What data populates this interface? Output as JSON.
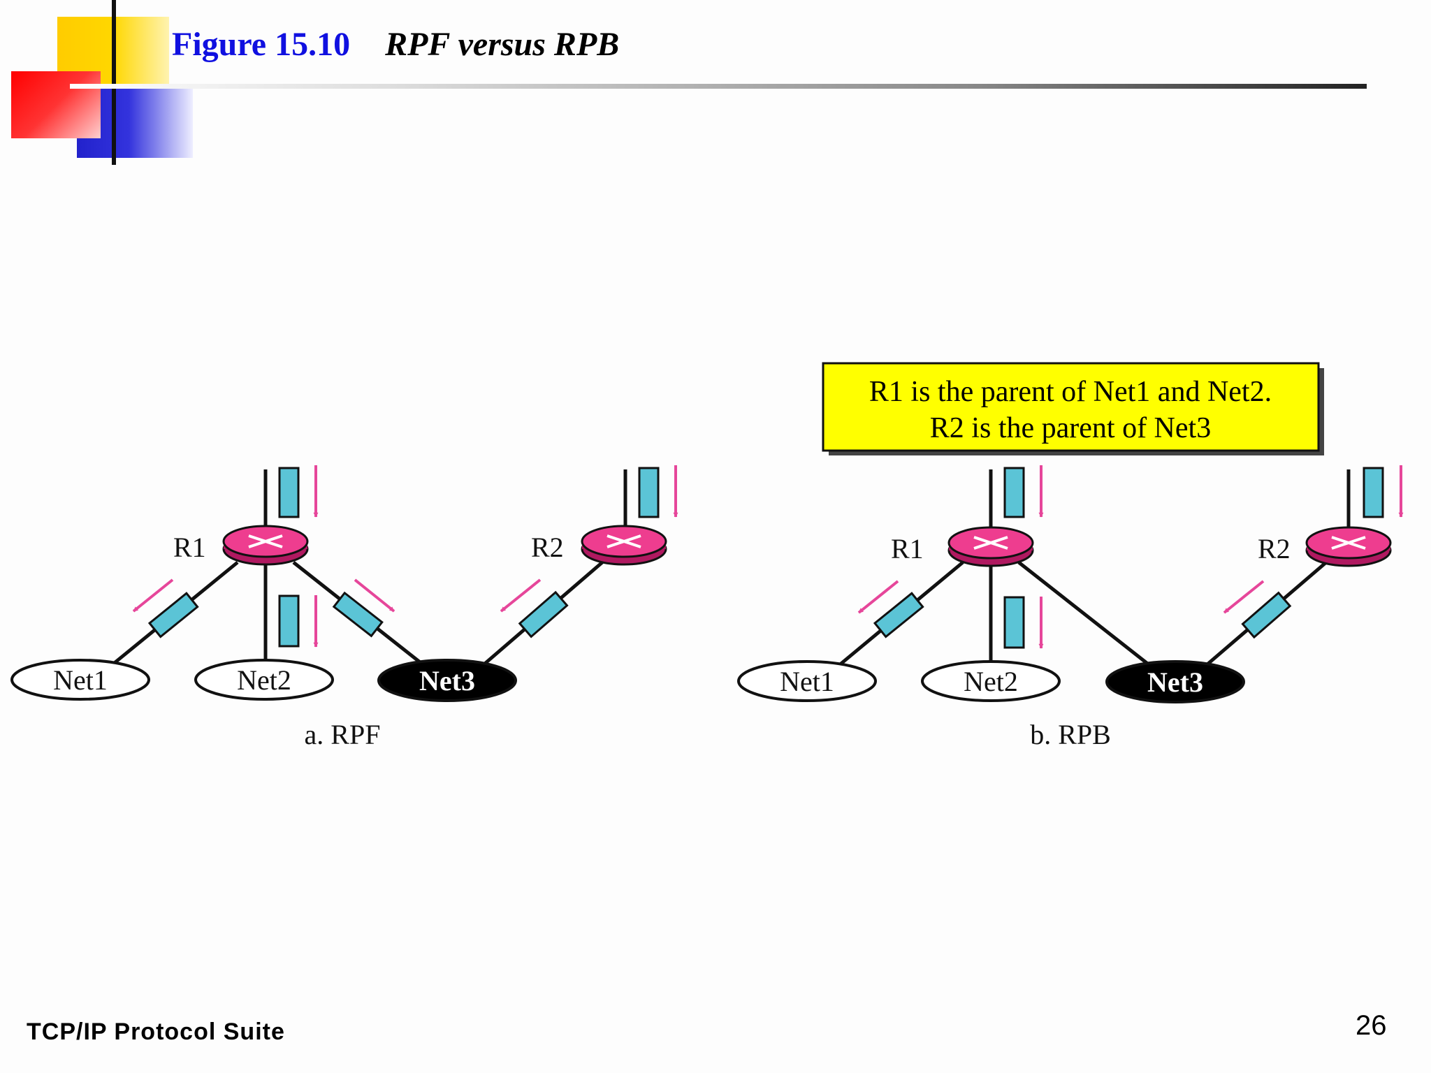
{
  "slide": {
    "figure_number": "Figure 15.10",
    "figure_title": "RPF versus RPB",
    "footer_text": "TCP/IP Protocol Suite",
    "page_number": "26"
  },
  "diagram": {
    "panel_a": {
      "caption": "a. RPF",
      "router1": "R1",
      "router2": "R2",
      "net1": "Net1",
      "net2": "Net2",
      "net3": "Net3"
    },
    "panel_b": {
      "caption": "b. RPB",
      "router1": "R1",
      "router2": "R2",
      "net1": "Net1",
      "net2": "Net2",
      "net3": "Net3",
      "note_line1": "R1 is the parent of Net1 and Net2.",
      "note_line2": "R2 is the parent of Net3"
    },
    "colors": {
      "router": "#ee3d8f",
      "packet": "#5bc4d6",
      "arrow": "#e6469a",
      "note_background": "#ffff00",
      "net_highlight": "#000000"
    }
  }
}
